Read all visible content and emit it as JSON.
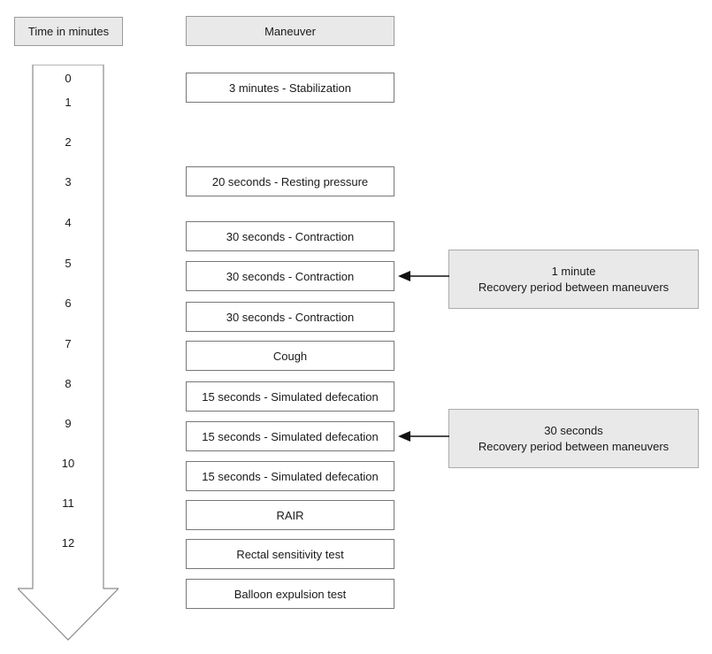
{
  "headers": {
    "time": "Time in minutes",
    "maneuver": "Maneuver"
  },
  "timeline": {
    "ticks": [
      "0",
      "1",
      "2",
      "3",
      "4",
      "5",
      "6",
      "7",
      "8",
      "9",
      "10",
      "11",
      "12"
    ]
  },
  "maneuvers": [
    "3 minutes - Stabilization",
    "20 seconds - Resting pressure",
    "30 seconds - Contraction",
    "30 seconds - Contraction",
    "30 seconds - Contraction",
    "Cough",
    "15 seconds - Simulated defecation",
    "15 seconds - Simulated defecation",
    "15 seconds - Simulated defecation",
    "RAIR",
    "Rectal sensitivity test",
    "Balloon expulsion test"
  ],
  "annotations": [
    {
      "duration": "1 minute",
      "description": "Recovery period between maneuvers"
    },
    {
      "duration": "30 seconds",
      "description": "Recovery period between maneuvers"
    }
  ],
  "colors": {
    "header_fill": "#e9e9e9",
    "box_fill": "#ffffff",
    "border": "#777777",
    "arrow_fill": "#ffffff",
    "text": "#1a1a1a"
  }
}
